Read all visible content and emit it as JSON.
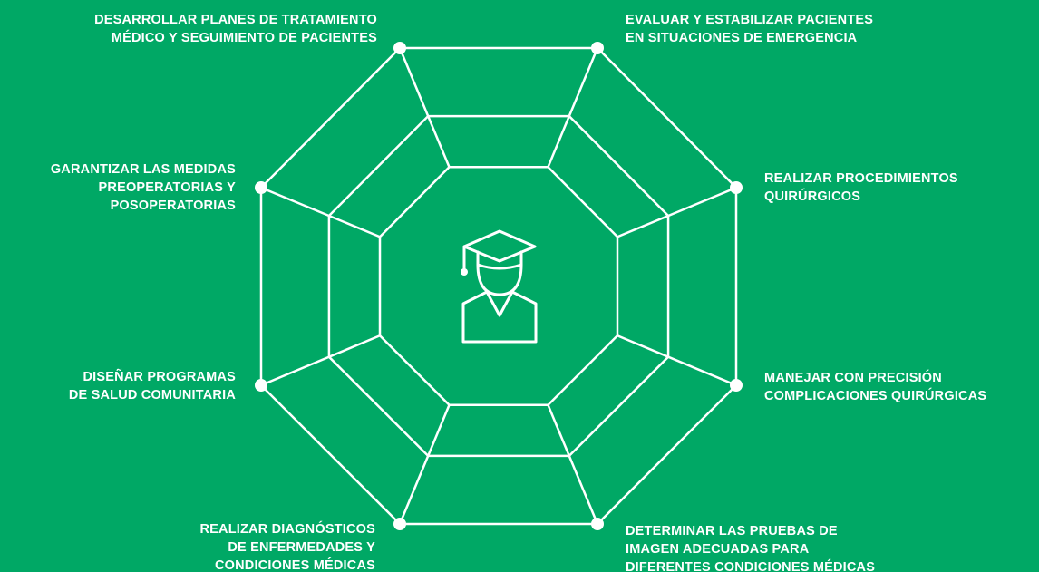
{
  "diagram": {
    "center_icon": "graduate-student-icon",
    "colors": {
      "background": "#00a865",
      "lines": "#ffffff",
      "text": "#ffffff"
    },
    "competencies": [
      {
        "id": "top-left",
        "text": "DESARROLLAR PLANES DE TRATAMIENTO\nMÉDICO Y SEGUIMIENTO DE PACIENTES"
      },
      {
        "id": "top-right",
        "text": "EVALUAR Y ESTABILIZAR PACIENTES\nEN SITUACIONES DE EMERGENCIA"
      },
      {
        "id": "right-upper",
        "text": "REALIZAR PROCEDIMIENTOS\nQUIRÚRGICOS"
      },
      {
        "id": "right-lower",
        "text": "MANEJAR CON PRECISIÓN\nCOMPLICACIONES QUIRÚRGICAS"
      },
      {
        "id": "bottom-right",
        "text": "DETERMINAR LAS PRUEBAS DE\nIMAGEN ADECUADAS PARA\nDIFERENTES CONDICIONES MÉDICAS"
      },
      {
        "id": "bottom-left",
        "text": "REALIZAR DIAGNÓSTICOS\nDE ENFERMEDADES Y\nCONDICIONES MÉDICAS"
      },
      {
        "id": "left-lower",
        "text": "DISEÑAR PROGRAMAS\nDE SALUD COMUNITARIA"
      },
      {
        "id": "left-upper",
        "text": "GARANTIZAR LAS MEDIDAS\nPREOPERATORIAS Y\nPOSOPERATORIAS"
      }
    ]
  }
}
